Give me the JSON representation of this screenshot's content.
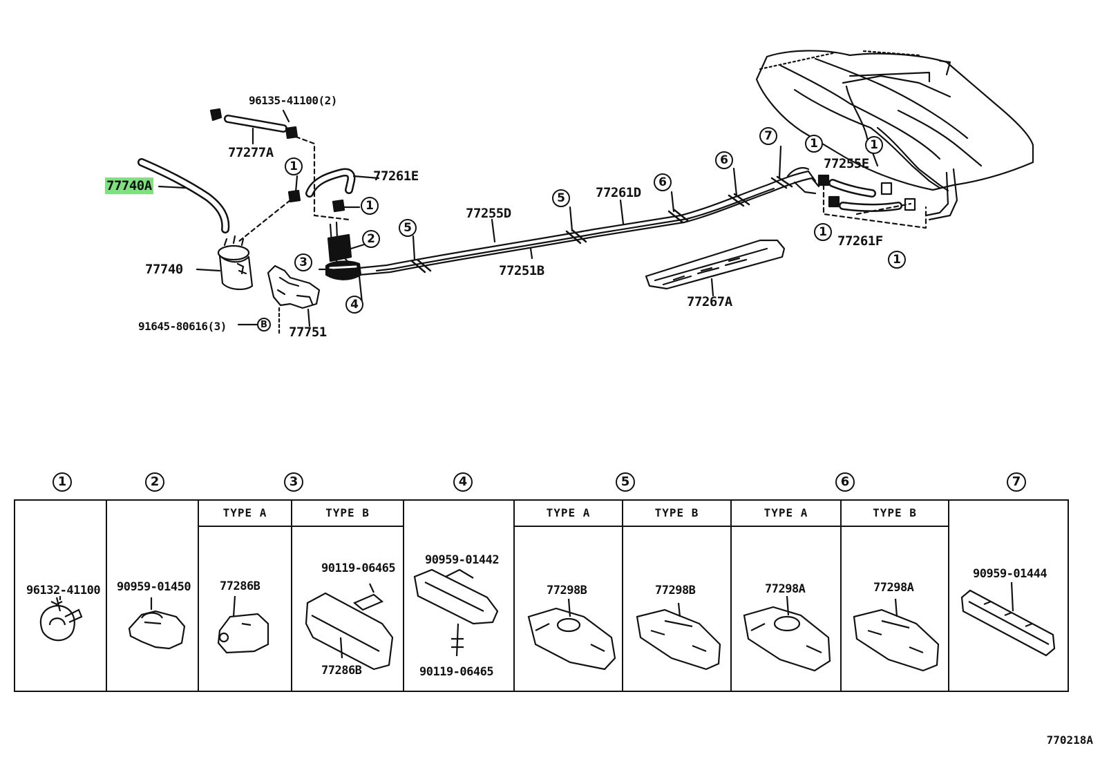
{
  "diagram": {
    "labels": {
      "p77740A": "77740A",
      "p77740": "77740",
      "p96135": "96135-41100(2)",
      "p77277A": "77277A",
      "p77261E": "77261E",
      "p77255D": "77255D",
      "p77261D": "77261D",
      "p77251B": "77251B",
      "p77267A": "77267A",
      "p77255E": "77255E",
      "p77261F": "77261F",
      "p91645": "91645-80616(3)",
      "p77751": "77751"
    },
    "callouts": [
      "1",
      "2",
      "3",
      "4",
      "5",
      "6",
      "7"
    ],
    "bolt_marker": "B",
    "highlight_color": "#7ee07e"
  },
  "clamp_table": {
    "section_numbers": [
      "1",
      "2",
      "3",
      "4",
      "5",
      "6",
      "7"
    ],
    "type_a": "TYPE A",
    "type_b": "TYPE B",
    "cells": {
      "c1": [
        "96132-41100"
      ],
      "c2": [
        "90959-01450"
      ],
      "c3a": [
        "77286B"
      ],
      "c3b": [
        "90119-06465",
        "77286B"
      ],
      "c4": [
        "90959-01442",
        "90119-06465"
      ],
      "c5a": [
        "77298B"
      ],
      "c5b": [
        "77298B"
      ],
      "c6a": [
        "77298A"
      ],
      "c6b": [
        "77298A"
      ],
      "c7": [
        "90959-01444"
      ]
    }
  },
  "diagram_id": "770218A"
}
